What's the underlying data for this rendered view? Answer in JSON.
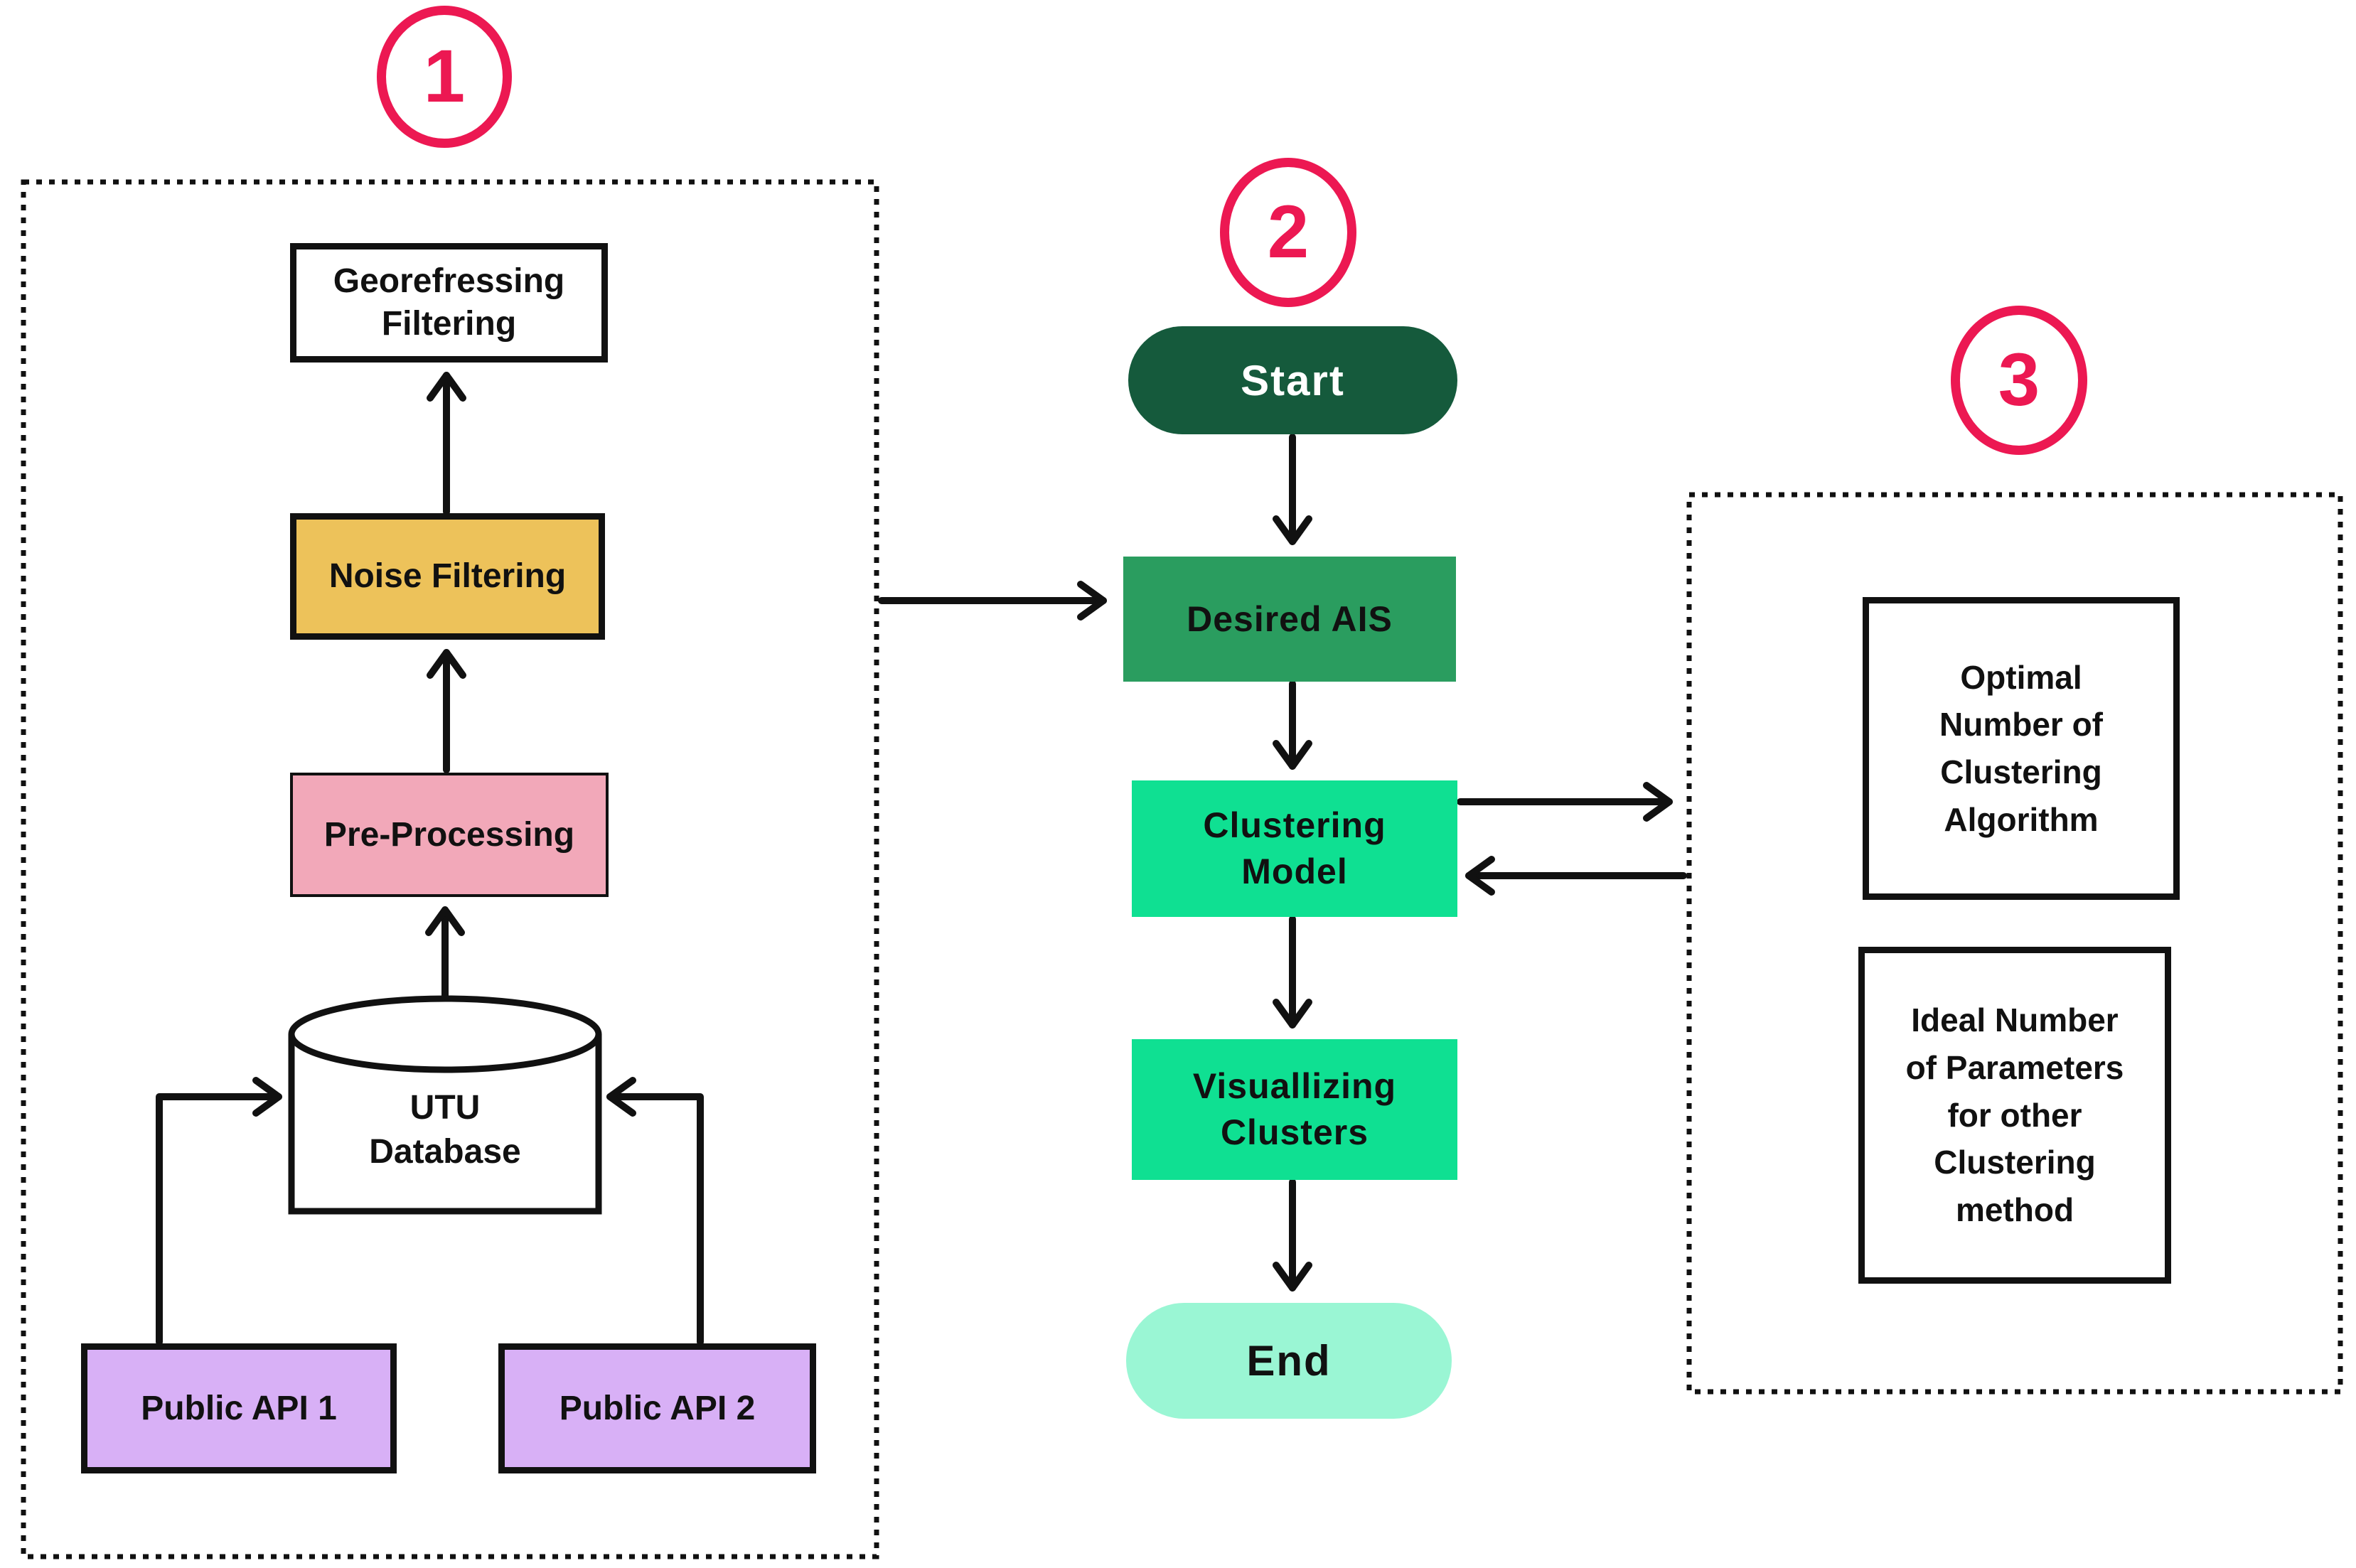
{
  "sections": {
    "s1": {
      "number": "1"
    },
    "s2": {
      "number": "2"
    },
    "s3": {
      "number": "3"
    }
  },
  "nodes": {
    "georeferencing_filtering": {
      "label": "Georefressing\nFiltering"
    },
    "noise_filtering": {
      "label": "Noise Filtering"
    },
    "pre_processing": {
      "label": "Pre-Processing"
    },
    "utu_database": {
      "label": "UTU\nDatabase"
    },
    "public_api_1": {
      "label": "Public API 1"
    },
    "public_api_2": {
      "label": "Public API 2"
    },
    "start": {
      "label": "Start"
    },
    "desired_ais": {
      "label": "Desired AIS"
    },
    "clustering_model": {
      "label": "Clustering\nModel"
    },
    "visualizing_clusters": {
      "label": "Visuallizing\nClusters"
    },
    "end": {
      "label": "End"
    },
    "optimal_number": {
      "label": "Optimal\nNumber of\nClustering\nAlgorithm"
    },
    "ideal_number": {
      "label": "Ideal Number\nof Parameters\nfor other\nClustering\nmethod"
    }
  },
  "colors": {
    "accent": "#EC1852",
    "line": "#111111",
    "text": "#111111",
    "start_bg": "#155A3C",
    "start_text": "#FFFFFF",
    "desired_bg": "#2A9D5F",
    "mint_bg": "#0FE092",
    "end_bg": "#9AF6D4",
    "noise_bg": "#EDC25A",
    "pre_bg": "#F2A8B9",
    "api_bg": "#D8B0F6"
  }
}
